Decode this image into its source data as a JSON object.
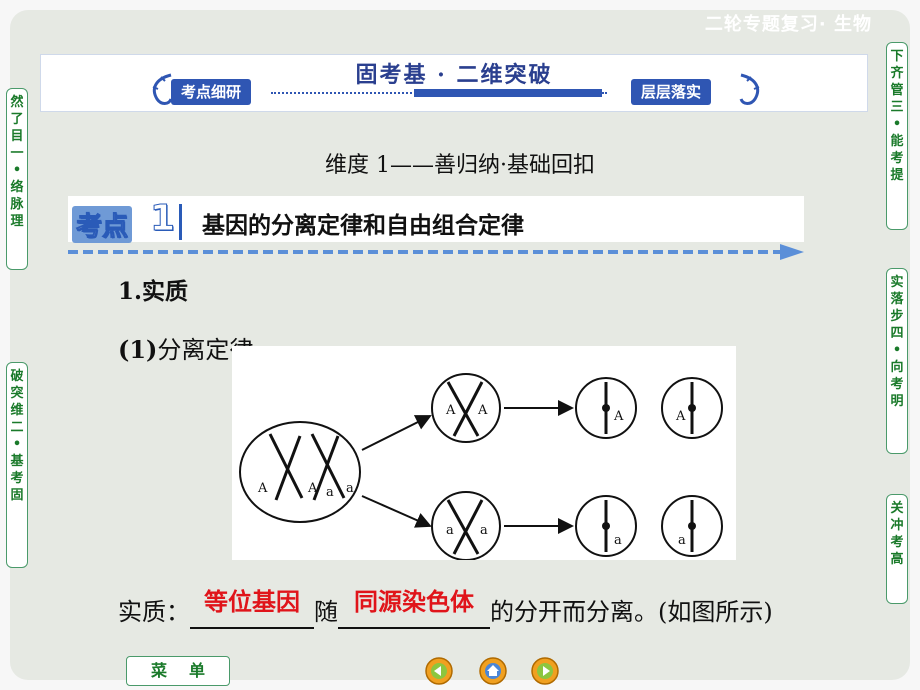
{
  "header": {
    "title": "二轮专题复习· 生物"
  },
  "banner": {
    "title": "固考基 · 二维突破",
    "left_tag": "考点细研",
    "right_tag": "层层落实"
  },
  "subtitle": "维度 1——善归纳·基础回扣",
  "section": {
    "badge_text": "考点",
    "badge_number": "1",
    "title": "基因的分离定律和自由组合定律"
  },
  "content": {
    "heading1": "1.实质",
    "heading2_num": "(1)",
    "heading2_text": "分离定律",
    "essence_prefix": "实质：",
    "blank1_answer": "等位基因",
    "essence_mid": "随",
    "blank2_answer": "同源染色体",
    "essence_suffix": "的分开而分离。(如图所示)"
  },
  "figure": {
    "labels": {
      "A": "A",
      "a": "a"
    }
  },
  "sidebar_left": [
    {
      "label": "理脉络·一目了然"
    },
    {
      "label": "固考基·二维突破"
    }
  ],
  "sidebar_right": [
    {
      "label": "提考能·三管齐下"
    },
    {
      "label": "明考向·四步落实"
    },
    {
      "label": "高考冲关"
    }
  ],
  "footer": {
    "menu_label": "菜单",
    "nav": [
      "prev-icon",
      "home-icon",
      "next-icon"
    ]
  },
  "colors": {
    "accent_blue": "#2f56b3",
    "answer_red": "#e0141a",
    "tab_green": "#1a7a2a"
  }
}
